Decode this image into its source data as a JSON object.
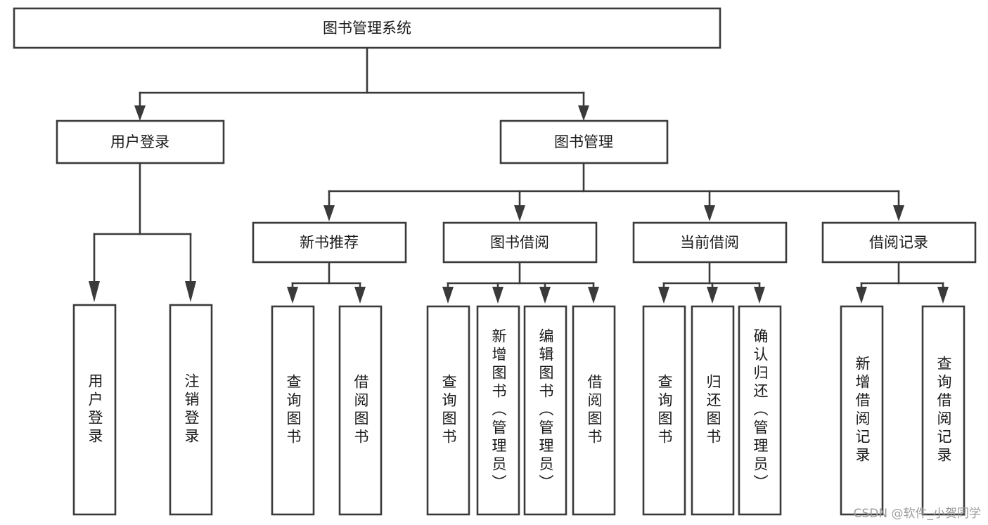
{
  "diagram": {
    "title": "图书管理系统",
    "type": "tree-hierarchy",
    "root": {
      "id": "root",
      "label": "图书管理系统"
    },
    "level2": [
      {
        "id": "user-login",
        "label": "用户登录"
      },
      {
        "id": "book-manage",
        "label": "图书管理"
      }
    ],
    "level3": [
      {
        "id": "new-book-rec",
        "label": "新书推荐",
        "parent": "book-manage"
      },
      {
        "id": "book-borrow",
        "label": "图书借阅",
        "parent": "book-manage"
      },
      {
        "id": "current-borrow",
        "label": "当前借阅",
        "parent": "book-manage"
      },
      {
        "id": "borrow-record",
        "label": "借阅记录",
        "parent": "book-manage"
      }
    ],
    "leaves": [
      {
        "id": "leaf-user-login",
        "label": "用户登录",
        "parent": "user-login"
      },
      {
        "id": "leaf-logout",
        "label": "注销登录",
        "parent": "user-login"
      },
      {
        "id": "leaf-query-book-1",
        "label": "查询图书",
        "parent": "new-book-rec"
      },
      {
        "id": "leaf-borrow-book-1",
        "label": "借阅图书",
        "parent": "new-book-rec"
      },
      {
        "id": "leaf-query-book-2",
        "label": "查询图书",
        "parent": "book-borrow"
      },
      {
        "id": "leaf-add-book",
        "label": "新增图书（管理员）",
        "parent": "book-borrow"
      },
      {
        "id": "leaf-edit-book",
        "label": "编辑图书（管理员）",
        "parent": "book-borrow"
      },
      {
        "id": "leaf-borrow-book-2",
        "label": "借阅图书",
        "parent": "book-borrow"
      },
      {
        "id": "leaf-query-book-3",
        "label": "查询图书",
        "parent": "current-borrow"
      },
      {
        "id": "leaf-return-book",
        "label": "归还图书",
        "parent": "current-borrow"
      },
      {
        "id": "leaf-confirm-return",
        "label": "确认归还（管理员）",
        "parent": "current-borrow"
      },
      {
        "id": "leaf-add-record",
        "label": "新增借阅记录",
        "parent": "borrow-record"
      },
      {
        "id": "leaf-query-record",
        "label": "查询借阅记录",
        "parent": "borrow-record"
      }
    ]
  },
  "watermark": {
    "text": "CSDN @软件_小贺同学"
  },
  "colors": {
    "stroke": "#3a3a3a",
    "node_fill": "#ffffff",
    "text": "#1a1a1a",
    "background": "#ffffff",
    "watermark": "#9a9a9a"
  }
}
